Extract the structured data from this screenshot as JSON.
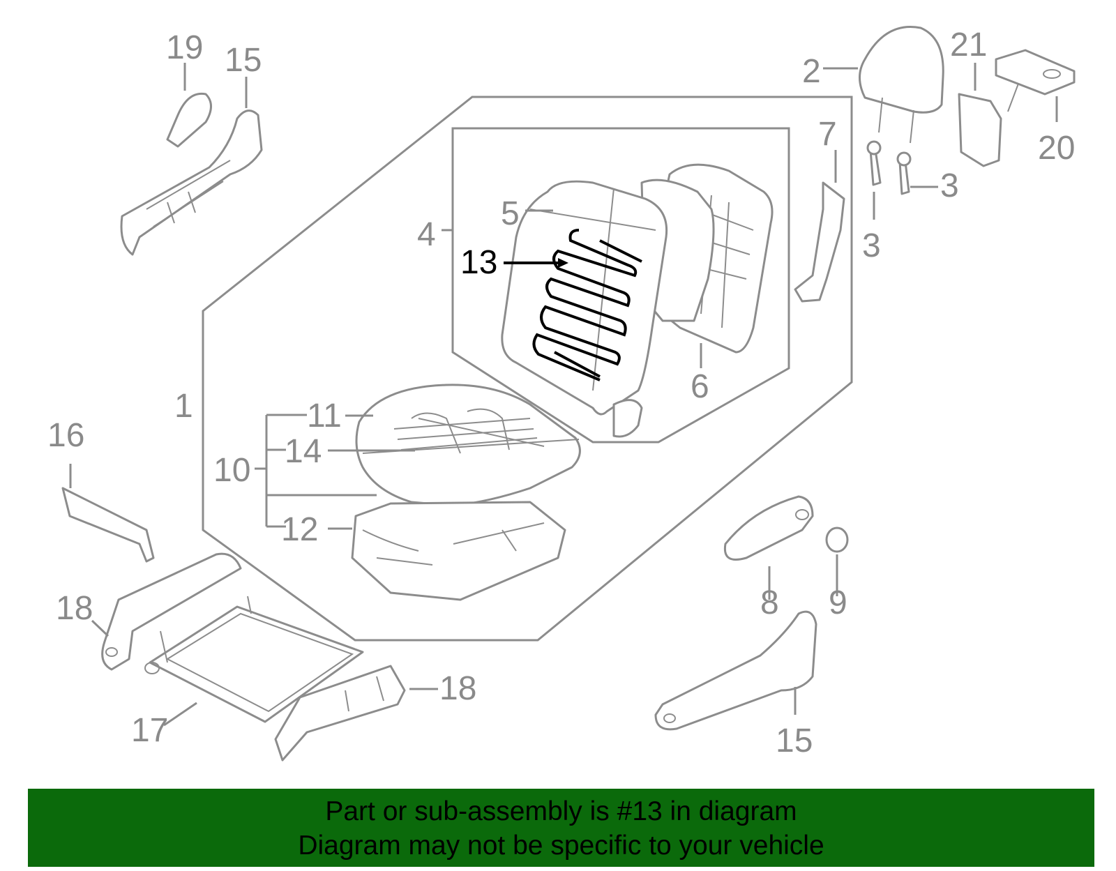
{
  "callouts": {
    "c1": "1",
    "c2": "2",
    "c3a": "3",
    "c3b": "3",
    "c4": "4",
    "c5": "5",
    "c6": "6",
    "c7": "7",
    "c8": "8",
    "c9": "9",
    "c10": "10",
    "c11": "11",
    "c12": "12",
    "c13": "13",
    "c14": "14",
    "c15a": "15",
    "c15b": "15",
    "c16": "16",
    "c17": "17",
    "c18a": "18",
    "c18b": "18",
    "c19": "19",
    "c20": "20",
    "c21": "21"
  },
  "highlight_part": "13",
  "colors": {
    "banner": "#0b6a0b",
    "line_art": "#8c8c8c",
    "highlight": "#000000"
  },
  "banner": {
    "line1": "Part or sub-assembly is #13 in diagram",
    "line2": "Diagram may not be specific to your vehicle"
  }
}
